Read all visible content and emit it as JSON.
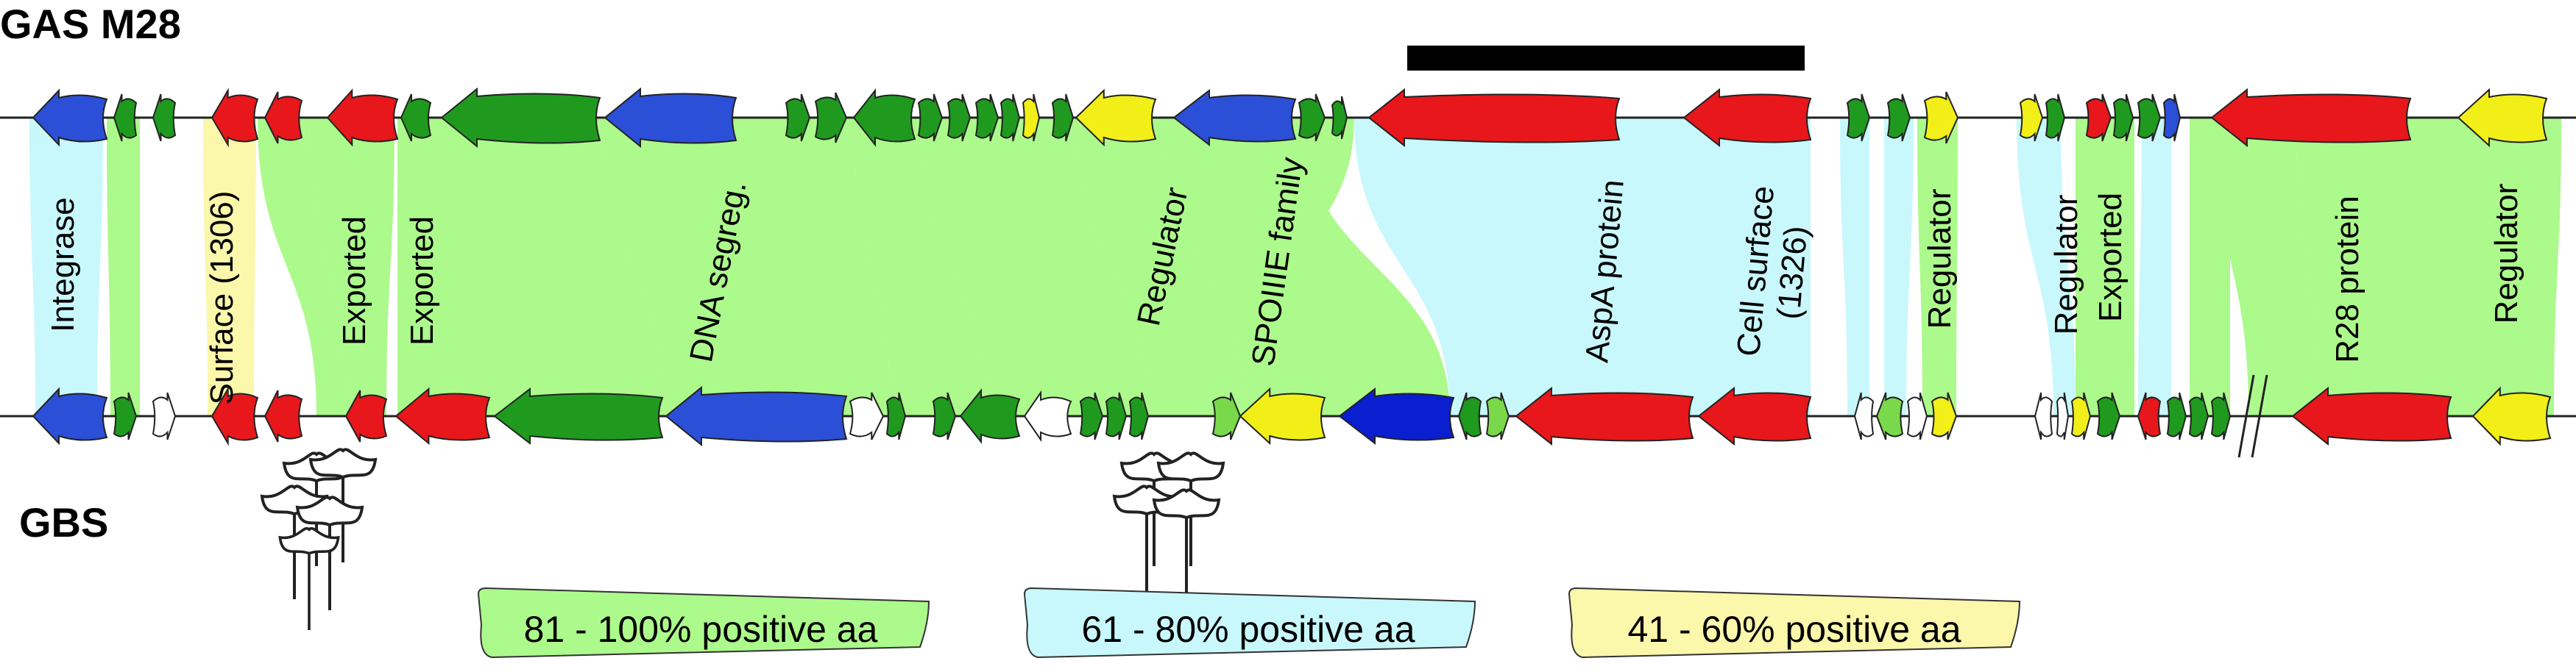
{
  "titles": {
    "top": "GAS M28",
    "bottom": "GBS"
  },
  "colors": {
    "blue": "#2b4fd6",
    "green": "#1f9a1f",
    "red": "#e8171b",
    "yellow": "#f2ef18",
    "white": "#ffffff",
    "darkblue": "#0a1fd0",
    "lightgreen": "#7ad94a",
    "band_green": "#acf98c",
    "band_cyan": "#c8f8fb",
    "band_yellow": "#fbf7ab"
  },
  "labels": {
    "integrase": "Integrase",
    "surface1306": "Surface (1306)",
    "exported1": "Exported",
    "exported2": "Exported",
    "dna": "DNA segreg.",
    "regulator1": "Regulator",
    "spoiiie": "SPOIIIE family",
    "aspa": "AspA protein",
    "cell1": "Cell surface",
    "cell2": "(1326)",
    "regulator2": "Regulator",
    "regulator3": "Regulator",
    "exported3": "Exported",
    "r28": "R28 protein",
    "regulator4": "Regulator"
  },
  "legend": [
    {
      "label": "81 - 100% positive aa",
      "color": "band_green"
    },
    {
      "label": "61 - 80% positive aa",
      "color": "band_cyan"
    },
    {
      "label": "41 - 60% positive aa",
      "color": "band_yellow"
    }
  ]
}
